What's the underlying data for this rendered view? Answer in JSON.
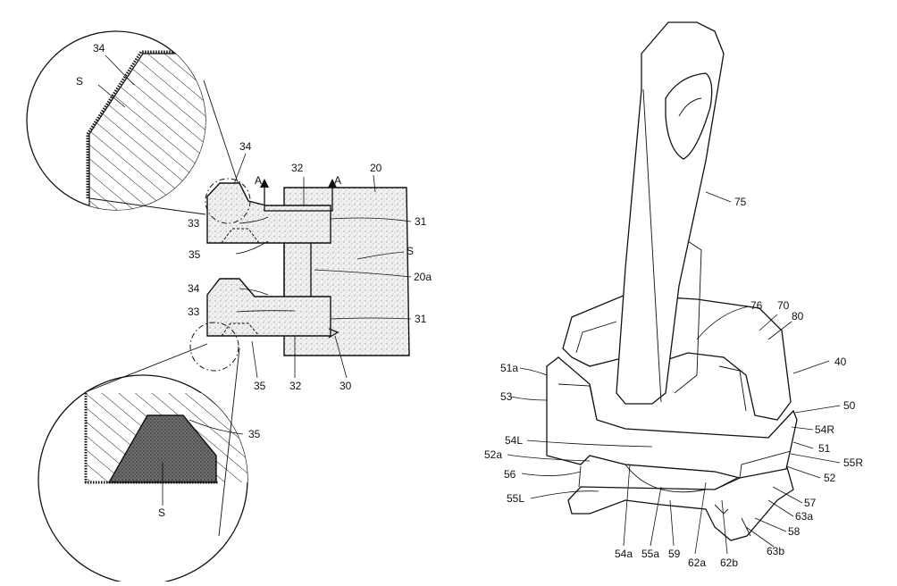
{
  "left_figure": {
    "labels": {
      "s_top_zoom": "S",
      "n34_top_zoom": "34",
      "n34_upper": "34",
      "a_left": "A",
      "n32_top": "32",
      "a_right": "A",
      "n20": "20",
      "n31_upper": "31",
      "n33_upper": "33",
      "s_right": "S",
      "n35_upper": "35",
      "n20a": "20a",
      "n34_lower": "34",
      "n33_lower": "33",
      "n31_lower": "31",
      "n35_lower": "35",
      "n32_bottom": "32",
      "n30": "30",
      "n35_bottom_zoom": "35",
      "s_bottom_zoom": "S"
    }
  },
  "right_figure": {
    "labels": {
      "n75": "75",
      "n76": "76",
      "n70": "70",
      "n80": "80",
      "n40": "40",
      "n51a": "51a",
      "n53": "53",
      "n50": "50",
      "n54R": "54R",
      "n54L": "54L",
      "n51": "51",
      "n52a": "52a",
      "n55R": "55R",
      "n56": "56",
      "n52": "52",
      "n55L": "55L",
      "n57": "57",
      "n63a": "63a",
      "n58": "58",
      "n54a": "54a",
      "n55a": "55a",
      "n59": "59",
      "n62a": "62a",
      "n62b": "62b",
      "n63b": "63b"
    }
  }
}
